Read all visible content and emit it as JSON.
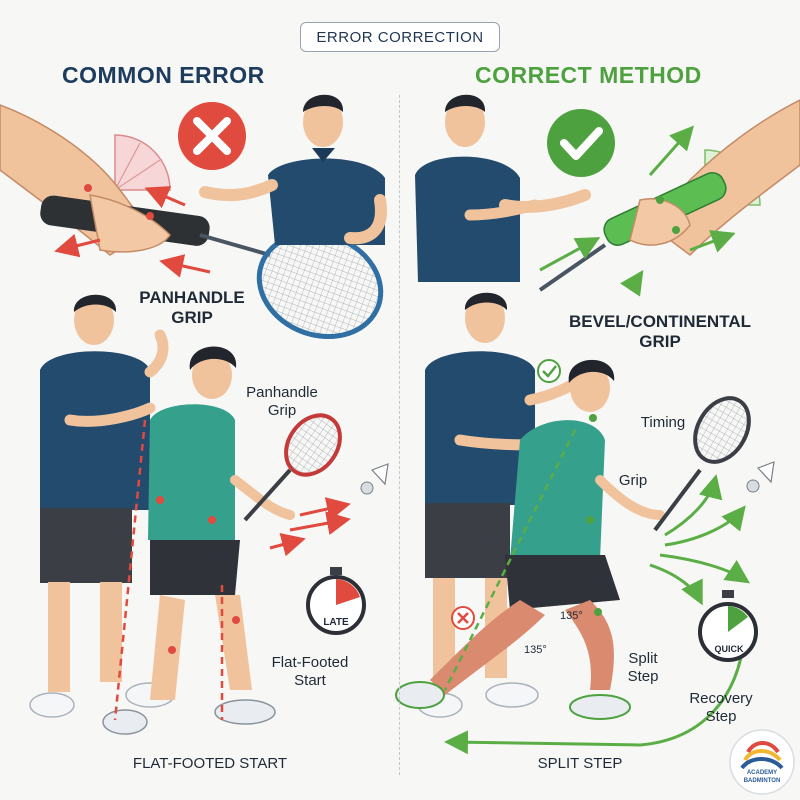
{
  "banner": "ERROR CORRECTION",
  "error_side": {
    "heading": "COMMON ERROR",
    "grip_label": "PANHANDLE\nGRIP",
    "grip_callout": "Panhandle\nGrip",
    "stopwatch": "LATE",
    "stance_callout": "Flat-Footed\nStart",
    "footer": "FLAT-FOOTED START",
    "status_icon": "x-icon"
  },
  "correct_side": {
    "heading": "CORRECT METHOD",
    "grip_label": "BEVEL/CONTINENTAL\nGRIP",
    "timing_callout": "Timing",
    "grip_callout": "Grip",
    "angle_knee": "135°",
    "angle_leg": "135°",
    "stopwatch": "QUICK",
    "split_callout": "Split\nStep",
    "recovery_callout": "Recovery\nStep",
    "footer": "SPLIT STEP",
    "status_icon": "check-icon"
  },
  "logo": {
    "line1": "ACADEMY",
    "line2": "BADMINTON"
  },
  "colors": {
    "navy": "#1d3b5c",
    "green": "#4ea13f",
    "red": "#e04a3f",
    "polo_navy": "#234b6e",
    "polo_teal": "#35a08c",
    "shorts": "#3b3f45",
    "skin": "#f0c39d",
    "hair": "#22252b"
  }
}
